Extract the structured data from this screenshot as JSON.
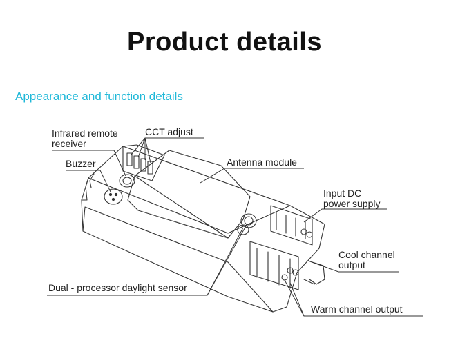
{
  "title": "Product details",
  "subtitle": "Appearance and function details",
  "labels": {
    "ir_line1": "Infrared remote",
    "ir_line2": "receiver",
    "buzzer": "Buzzer",
    "cct": "CCT adjust",
    "antenna": "Antenna module",
    "input_line1": "Input DC",
    "input_line2": "power supply",
    "cool_line1": "Cool channel",
    "cool_line2": "output",
    "daylight": "Dual - processor daylight sensor",
    "warm": "Warm channel output"
  },
  "colors": {
    "accent": "#1fb8d8",
    "title": "#111111",
    "line": "#333333"
  }
}
